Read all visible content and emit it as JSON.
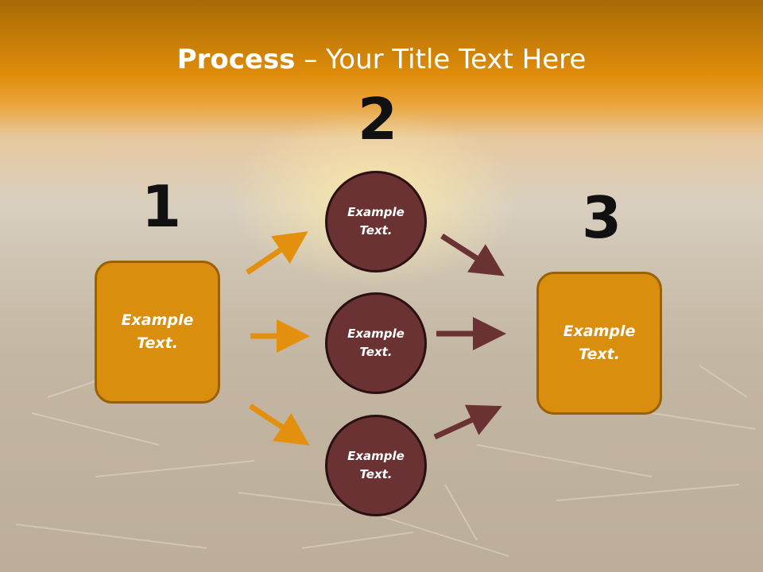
{
  "title": {
    "bold": "Process",
    "rest": " – Your Title Text Here"
  },
  "steps": [
    {
      "number": "1",
      "text": "Example\nText."
    },
    {
      "number": "2",
      "nodes": [
        "Example\nText.",
        "Example\nText.",
        "Example\nText."
      ]
    },
    {
      "number": "3",
      "text": "Example\nText."
    }
  ],
  "colors": {
    "box": "#d98e0e",
    "circle": "#6a3232",
    "arrow_orange": "#e3900e",
    "arrow_brown": "#6a3232"
  }
}
